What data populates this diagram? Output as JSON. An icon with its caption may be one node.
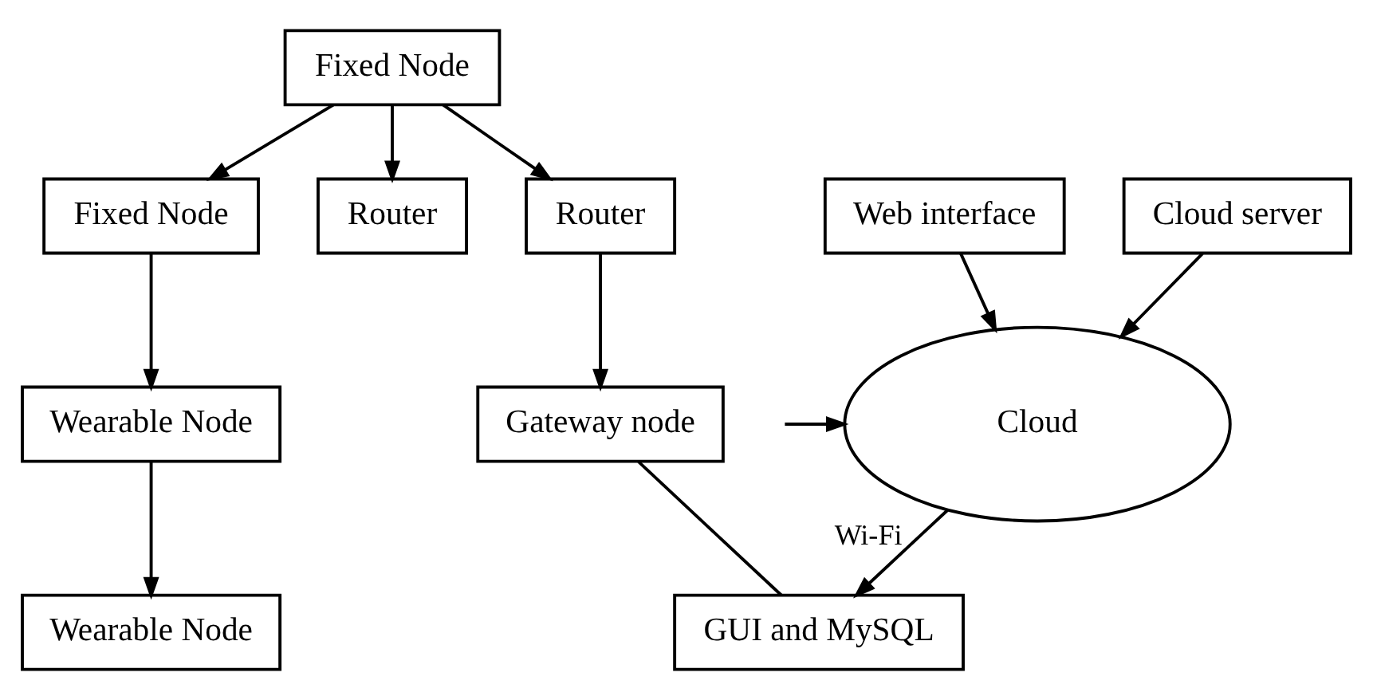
{
  "diagram": {
    "nodes": [
      {
        "text": [
          "Fixed Node"
        ]
      },
      {
        "text": [
          "Fixed Node"
        ]
      },
      {
        "text": [
          "Router"
        ]
      },
      {
        "text": [
          "Wearable Node"
        ]
      },
      {
        "text": [
          "Router"
        ]
      },
      {
        "text": [
          "Wearable Node"
        ]
      },
      {
        "text": [
          "Gateway node"
        ]
      },
      {
        "text": [
          "Web interface"
        ]
      },
      {
        "text": [
          "Cloud server"
        ]
      },
      {
        "text": [
          "Cloud"
        ]
      },
      {
        "text": [
          "GUI and MySQL"
        ]
      }
    ],
    "edges": [
      {
        "from": 0,
        "to": 1,
        "arrow": "to"
      },
      {
        "from": 0,
        "to": 2,
        "arrow": "to"
      },
      {
        "from": 0,
        "to": 4,
        "arrow": "to"
      },
      {
        "from": 1,
        "to": 3,
        "arrow": "to"
      },
      {
        "from": 3,
        "to": 5,
        "arrow": "to"
      },
      {
        "from": 4,
        "to": 6,
        "arrow": "to"
      },
      {
        "from": 6,
        "to": 10,
        "arrow": "none"
      },
      {
        "from": 7,
        "to": 9,
        "arrow": "to"
      },
      {
        "from": 8,
        "to": 9,
        "arrow": "to"
      },
      {
        "from": 9,
        "to": 10,
        "arrow": "to",
        "label": "Wi-Fi"
      },
      {
        "from": null,
        "to": 9,
        "arrow": "to"
      }
    ]
  }
}
